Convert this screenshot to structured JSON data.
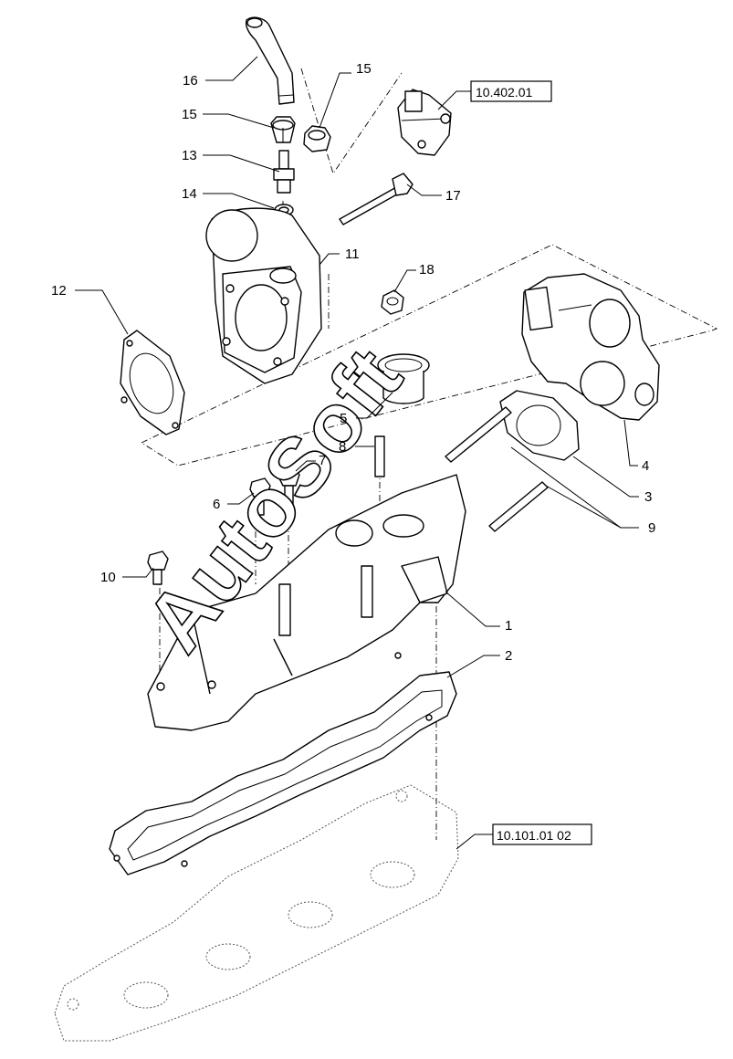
{
  "callouts": [
    {
      "id": "16",
      "label": "16"
    },
    {
      "id": "15a",
      "label": "15"
    },
    {
      "id": "15b",
      "label": "15"
    },
    {
      "id": "13",
      "label": "13"
    },
    {
      "id": "14",
      "label": "14"
    },
    {
      "id": "17",
      "label": "17"
    },
    {
      "id": "11",
      "label": "11"
    },
    {
      "id": "12",
      "label": "12"
    },
    {
      "id": "18",
      "label": "18"
    },
    {
      "id": "5",
      "label": "5"
    },
    {
      "id": "8",
      "label": "8"
    },
    {
      "id": "7",
      "label": "7"
    },
    {
      "id": "6",
      "label": "6"
    },
    {
      "id": "10",
      "label": "10"
    },
    {
      "id": "4",
      "label": "4"
    },
    {
      "id": "3",
      "label": "3"
    },
    {
      "id": "9",
      "label": "9"
    },
    {
      "id": "1",
      "label": "1"
    },
    {
      "id": "2",
      "label": "2"
    }
  ],
  "references": {
    "top": "10.402.01",
    "bottom": "10.101.01 02"
  },
  "watermark": "AutoSoft"
}
